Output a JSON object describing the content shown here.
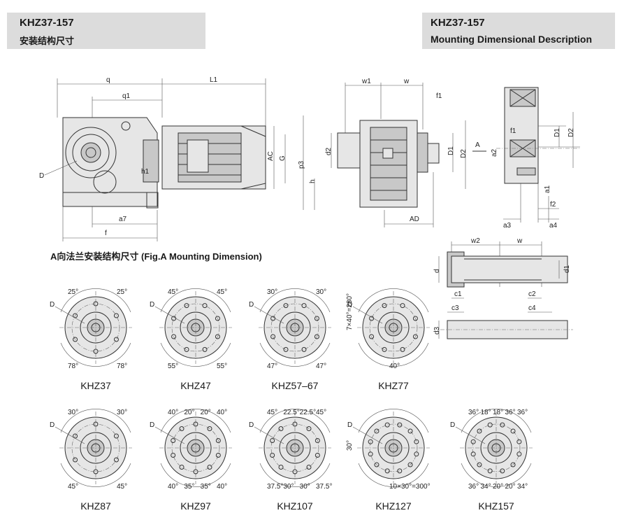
{
  "header_left": {
    "code": "KHZ37-157",
    "subtitle": "安装结构尺寸"
  },
  "header_right": {
    "code": "KHZ37-157",
    "subtitle": "Mounting Dimensional Description"
  },
  "fig_a_title": "A向法兰安装结构尺寸   (Fig.A   Mounting  Dimension)",
  "side_view_labels": {
    "q": "q",
    "q1": "q1",
    "L1": "L1",
    "D": "D",
    "h1": "h1",
    "a7": "a7",
    "f": "f",
    "AC": "AC",
    "G": "G",
    "p3": "p3",
    "h": "h"
  },
  "front_view_labels": {
    "w1": "w1",
    "w": "w",
    "f1": "f1",
    "d2": "d2",
    "D1": "D1",
    "D2": "D2",
    "A": "A",
    "AD": "AD"
  },
  "flange_view_labels": {
    "f1": "f1",
    "D1": "D1",
    "D2": "D2",
    "a2": "a2",
    "a1": "a1",
    "f2": "f2",
    "a3": "a3",
    "a4": "a4"
  },
  "shaft_view_labels": {
    "w2": "w2",
    "w": "w",
    "d": "d",
    "d1": "d1",
    "c1": "c1",
    "c2": "c2",
    "c3": "c3",
    "c4": "c4",
    "d3": "d3"
  },
  "flanges": [
    {
      "model": "KHZ37",
      "D": "D",
      "angles": [
        "25°",
        "25°",
        "78°",
        "78°"
      ]
    },
    {
      "model": "KHZ47",
      "D": "D",
      "angles": [
        "45°",
        "45°",
        "55°",
        "55°"
      ]
    },
    {
      "model": "KHZ57–67",
      "D": "D",
      "angles": [
        "30°",
        "30°",
        "47°",
        "47°"
      ]
    },
    {
      "model": "KHZ77",
      "D": "D",
      "angles": [
        "7×40°=280°",
        "40°"
      ]
    },
    {
      "model": "KHZ87",
      "D": "D",
      "angles": [
        "30°",
        "30°",
        "45°",
        "45°"
      ]
    },
    {
      "model": "KHZ97",
      "D": "D",
      "angles": [
        "40°",
        "20°",
        "20°",
        "40°",
        "40°",
        "35°",
        "35°",
        "40°"
      ]
    },
    {
      "model": "KHZ107",
      "D": "D",
      "angles": [
        "45°",
        "22.5°",
        "22.5°",
        "45°",
        "37.5°",
        "30°",
        "30°",
        "37.5°"
      ]
    },
    {
      "model": "KHZ127",
      "D": "D",
      "angles": [
        "30°",
        "10×30°=300°"
      ]
    },
    {
      "model": "KHZ157",
      "D": "D",
      "angles": [
        "36°",
        "18°",
        "18°",
        "36°",
        "36°",
        "36°",
        "34°",
        "20°",
        "20°",
        "34°"
      ]
    }
  ]
}
